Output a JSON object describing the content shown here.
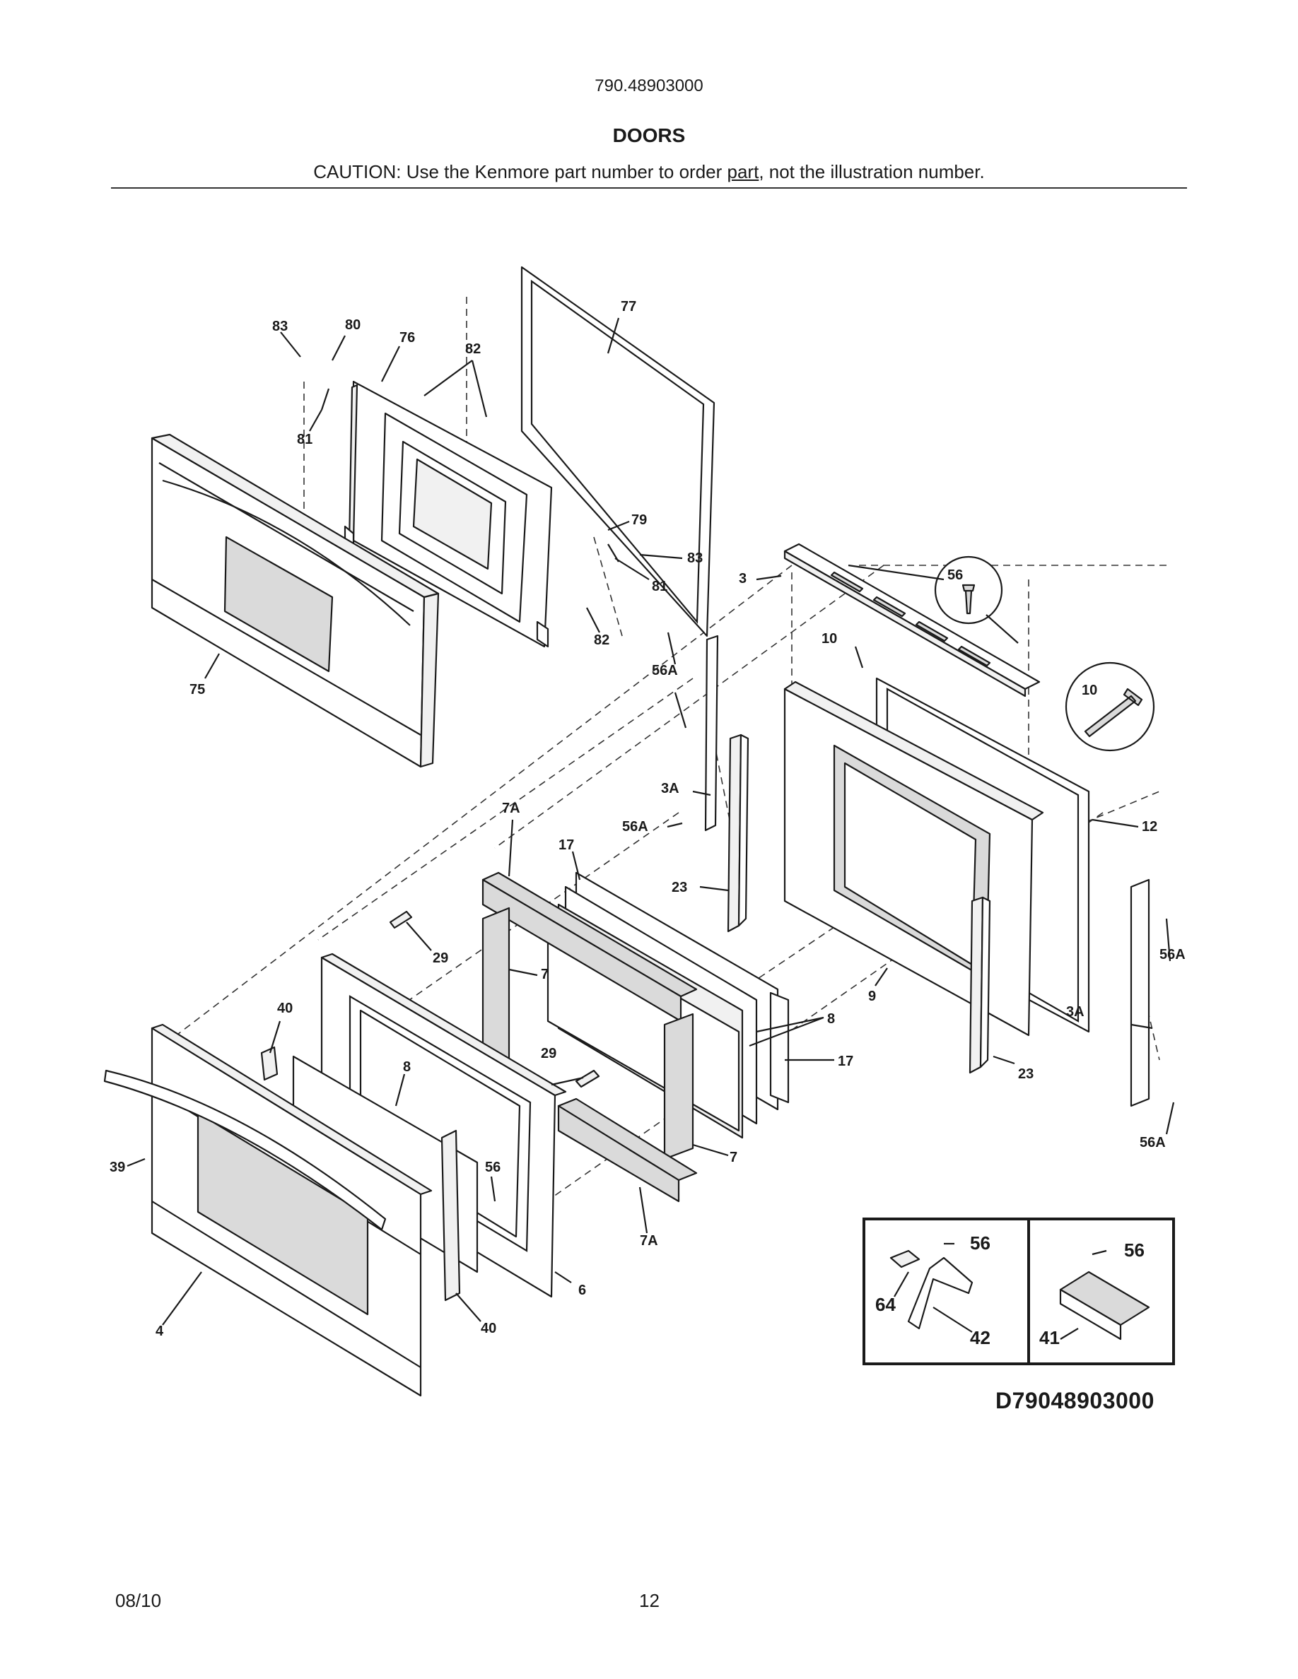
{
  "header": {
    "model_number": "790.48903000",
    "section_title": "DOORS",
    "caution_before": "CAUTION: Use the Kenmore part number to order ",
    "caution_underlined": "part",
    "caution_after": ", not the illustration number."
  },
  "diagram": {
    "code": "D79048903000",
    "labels": {
      "l83a": "83",
      "l80": "80",
      "l76": "76",
      "l82a": "82",
      "l77": "77",
      "l81a": "81",
      "l79": "79",
      "l83b": "83",
      "l81b": "81",
      "l82b": "82",
      "l75": "75",
      "l3": "3",
      "l56a": "56",
      "l10a": "10",
      "l10b": "10",
      "l56Aa": "56A",
      "l3Aa": "3A",
      "l56Ab": "56A",
      "l12": "12",
      "l7Aa": "7A",
      "l17a": "17",
      "l23a": "23",
      "l29a": "29",
      "l7a": "7",
      "l9": "9",
      "l56Ac": "56A",
      "l3Ab": "3A",
      "l40a": "40",
      "l8a": "8",
      "l8b": "8",
      "l29b": "29",
      "l17b": "17",
      "l23b": "23",
      "l39": "39",
      "l7b": "7",
      "l56b": "56",
      "l56Ad": "56A",
      "l7Ab": "7A",
      "l6": "6",
      "l4": "4",
      "l40b": "40",
      "l56c": "56",
      "l64": "64",
      "l42": "42",
      "l56d": "56",
      "l41": "41"
    },
    "icons": [
      "screw-icon",
      "hinge-icon",
      "bolt-icon",
      "spring-icon"
    ]
  },
  "footer": {
    "date": "08/10",
    "page": "12"
  }
}
